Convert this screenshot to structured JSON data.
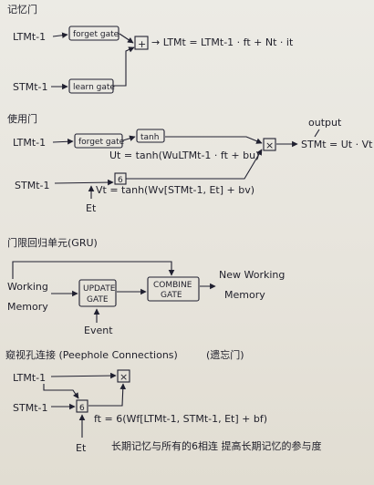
{
  "section_remember": {
    "title": "记忆门",
    "ltm_in": "LTMt-1",
    "stm_in": "STMt-1",
    "forget_gate": "forget gate",
    "learn_gate": "learn gate",
    "plus_symbol": "+",
    "equation": "→ LTMt = LTMt-1 · ft + Nt · it"
  },
  "section_use": {
    "title": "使用门",
    "ltm_in": "LTMt-1",
    "stm_in": "STMt-1",
    "forget_gate": "forget gate",
    "tanh_box": "tanh",
    "sigma_box": "6",
    "ut_eq": "Ut = tanh(WuLTMt-1 · ft + bu)",
    "vt_eq": "Vt = tanh(Wv[STMt-1, Et] + bv)",
    "et": "Et",
    "mult_symbol": "×",
    "output_label": "output",
    "output_eq": "STMt = Ut · Vt"
  },
  "section_gru": {
    "title": "门限回归单元(GRU)",
    "working_memory_in": [
      "Working",
      "Memory"
    ],
    "update_gate": [
      "UPDATE",
      "GATE"
    ],
    "combine_gate": [
      "COMBINE",
      "GATE"
    ],
    "event": "Event",
    "new_working_memory": [
      "New Working",
      "Memory"
    ]
  },
  "section_peephole": {
    "title": "窥视孔连接 (Peephole Connections)",
    "note": "(遗忘门)",
    "ltm_in": "LTMt-1",
    "stm_in": "STMt-1",
    "sigma_box": "6",
    "mult_symbol": "×",
    "ft_eq": "ft = 6(Wf[LTMt-1, STMt-1, Et] + bf)",
    "et": "Et",
    "footnote": "长期记忆与所有的6相连  提高长期记忆的参与度"
  }
}
